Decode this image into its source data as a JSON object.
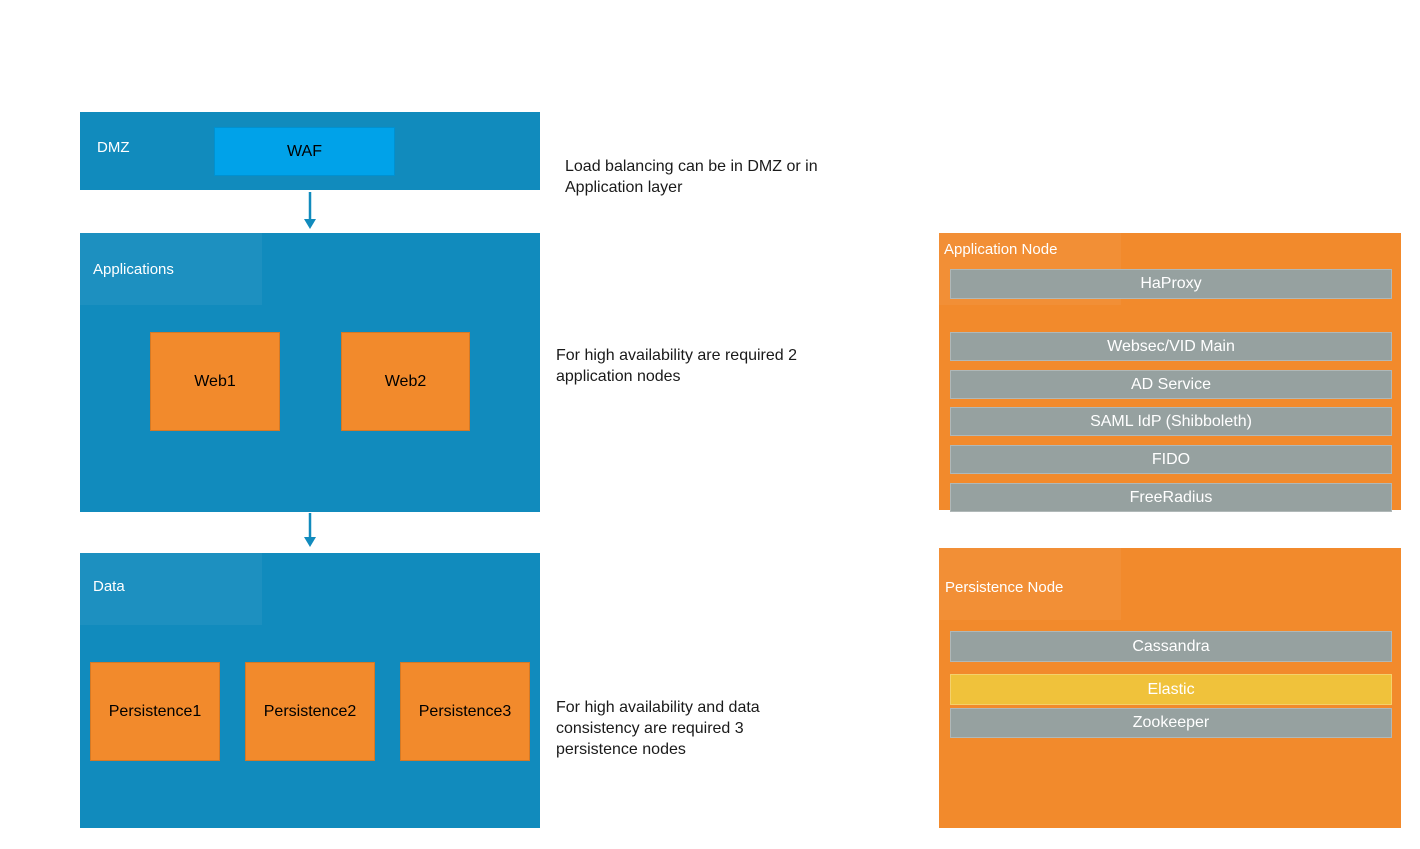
{
  "colors": {
    "layer_teal": "#118BBD",
    "waf_blue": "#00A2E9",
    "node_orange": "#F28A2C",
    "service_gray": "#96A1A0",
    "elastic_yellow": "#F0C23B",
    "arrow_teal": "#118BBD",
    "note_text": "#1A1A1A",
    "label_text_white": "#FFFFFF",
    "box_text_black": "#000000"
  },
  "layers": [
    {
      "label": "DMZ",
      "boxes": [
        {
          "label": "WAF"
        }
      ]
    },
    {
      "label": "Applications",
      "boxes": [
        {
          "label": "Web1"
        },
        {
          "label": "Web2"
        }
      ]
    },
    {
      "label": "Data",
      "boxes": [
        {
          "label": "Persistence1"
        },
        {
          "label": "Persistence2"
        },
        {
          "label": "Persistence3"
        }
      ]
    }
  ],
  "notes": [
    {
      "text": "Load balancing can be in DMZ or in Application layer"
    },
    {
      "text": "For high availability are required 2 application nodes"
    },
    {
      "text": "For high availability and data consistency are required 3 persistence nodes"
    }
  ],
  "nodes": [
    {
      "label": "Application Node",
      "services": [
        {
          "name": "HaProxy"
        },
        {
          "name": "Websec/VID Main"
        },
        {
          "name": "AD Service"
        },
        {
          "name": "SAML IdP (Shibboleth)"
        },
        {
          "name": "FIDO"
        },
        {
          "name": "FreeRadius"
        }
      ]
    },
    {
      "label": "Persistence Node",
      "services": [
        {
          "name": "Cassandra"
        },
        {
          "name": "Elastic",
          "highlight": "yellow"
        },
        {
          "name": "Zookeeper"
        }
      ]
    }
  ]
}
